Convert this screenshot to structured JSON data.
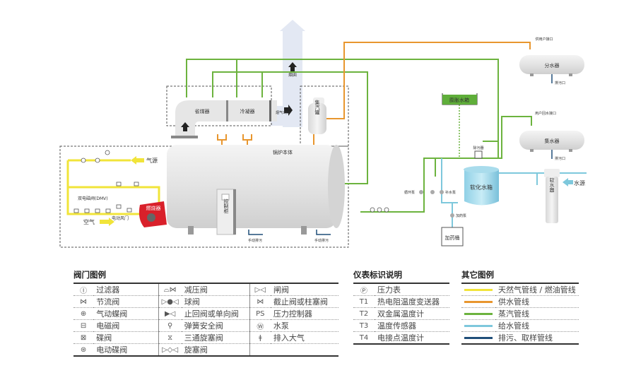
{
  "diagram": {
    "labels": {
      "economizer": "省煤器",
      "condenser": "冷凝器",
      "chimney": "烟囱",
      "flue_outlet": "烟气出口",
      "steam_drum": "集汽罐",
      "boiler_body": "锅炉本体",
      "control_cabinet": "控制柜",
      "burner": "燃烧器",
      "gas_source": "气源",
      "air": "空气",
      "dual_solenoid": "双电磁阀(DMV)",
      "electric_damper": "电动风门",
      "manual_drain_1": "手动排污",
      "manual_drain_2": "手动排污",
      "expansion_tank": "膨胀水箱",
      "dirt_separator": "除污器",
      "circulation_pump": "循环泵",
      "makeup_pump": "补水泵",
      "softened_tank": "软化水箱",
      "dosing_pump": "加药泵",
      "dosing_tank": "加药桶",
      "water_softener": "软水器",
      "water_source": "水源",
      "distributor": "分水器",
      "user_supply": "供用户接口",
      "distributor_drain": "排污口",
      "collector": "集水器",
      "user_return": "用户回水接口",
      "collector_drain": "排污口"
    },
    "colors": {
      "gas_line": "#f1e43a",
      "supply_line": "#e8962e",
      "steam_line": "#6cb33e",
      "feed_line": "#7ec8dc",
      "drain_line": "#1f4e79",
      "burner": "#d9202a",
      "expansion_tank": "#5fae3a"
    }
  },
  "legends": {
    "valves": {
      "title": "阀门图例",
      "rows": [
        [
          {
            "icon": "filter-icon",
            "glyph": "Ⓘ",
            "label": "过滤器"
          },
          {
            "icon": "pressure-reducing-valve-icon",
            "glyph": "⌓⋈",
            "label": "减压阀"
          },
          {
            "icon": "gate-valve-icon",
            "glyph": "▷◁",
            "label": "闸阀"
          }
        ],
        [
          {
            "icon": "throttle-valve-icon",
            "glyph": "⋈",
            "label": "节流阀"
          },
          {
            "icon": "ball-valve-icon",
            "glyph": "▷●◁",
            "label": "球阀"
          },
          {
            "icon": "globe-valve-icon",
            "glyph": "⋈",
            "label": "截止阀或柱塞阀"
          }
        ],
        [
          {
            "icon": "pneumatic-butterfly-valve-icon",
            "glyph": "⊕",
            "label": "气动蝶阀"
          },
          {
            "icon": "check-valve-icon",
            "glyph": "▶◁",
            "label": "止回阀或单向阀"
          },
          {
            "icon": "pressure-controller-icon",
            "glyph": "PS",
            "label": "压力控制器"
          }
        ],
        [
          {
            "icon": "solenoid-valve-icon",
            "glyph": "⊟",
            "label": "电磁阀"
          },
          {
            "icon": "spring-safety-valve-icon",
            "glyph": "⚲",
            "label": "弹簧安全阀"
          },
          {
            "icon": "water-pump-icon",
            "glyph": "Ⓦ",
            "label": "水泵"
          }
        ],
        [
          {
            "icon": "butterfly-valve-icon",
            "glyph": "⊠",
            "label": "碟阀"
          },
          {
            "icon": "three-way-plug-valve-icon",
            "glyph": "⧖",
            "label": "三通旋塞阀"
          },
          {
            "icon": "vent-icon",
            "glyph": "ǂ",
            "label": "排入大气"
          }
        ],
        [
          {
            "icon": "electric-butterfly-valve-icon",
            "glyph": "⊛",
            "label": "电动碟阀"
          },
          {
            "icon": "plug-valve-icon",
            "glyph": "▷◇◁",
            "label": "旋塞阀"
          },
          {
            "icon": "",
            "glyph": "",
            "label": ""
          }
        ]
      ]
    },
    "instruments": {
      "title": "仪表标识说明",
      "rows": [
        {
          "icon": "pressure-gauge-icon",
          "glyph": "Ⓟ",
          "label": "压力表"
        },
        {
          "icon": "t1-icon",
          "glyph": "T1",
          "label": "热电阻温度变送器"
        },
        {
          "icon": "t2-icon",
          "glyph": "T2",
          "label": "双金属温度计"
        },
        {
          "icon": "t3-icon",
          "glyph": "T3",
          "label": "温度传感器"
        },
        {
          "icon": "t4-icon",
          "glyph": "T4",
          "label": "电接点温度计"
        }
      ]
    },
    "others": {
      "title": "其它图例",
      "rows": [
        {
          "color": "#f1e43a",
          "label": "天然气管线 / 燃油管线"
        },
        {
          "color": "#e8962e",
          "label": "供水管线"
        },
        {
          "color": "#6cb33e",
          "label": "蒸汽管线"
        },
        {
          "color": "#7ec8dc",
          "label": "给水管线"
        },
        {
          "color": "#1f4e79",
          "label": "排污、取样管线"
        }
      ]
    }
  }
}
